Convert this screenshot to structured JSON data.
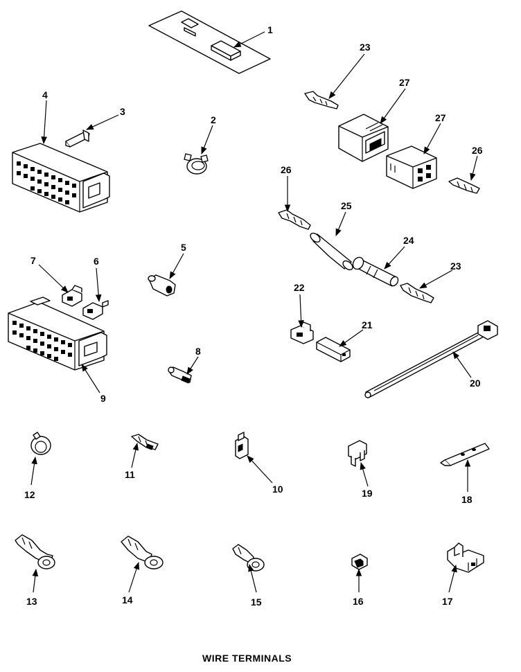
{
  "title": "WIRE TERMINALS",
  "callouts": [
    "1",
    "2",
    "3",
    "4",
    "5",
    "6",
    "7",
    "8",
    "9",
    "10",
    "11",
    "12",
    "13",
    "14",
    "15",
    "16",
    "17",
    "18",
    "19",
    "20",
    "21",
    "22",
    "23",
    "23",
    "24",
    "25",
    "26",
    "26",
    "27",
    "27"
  ]
}
